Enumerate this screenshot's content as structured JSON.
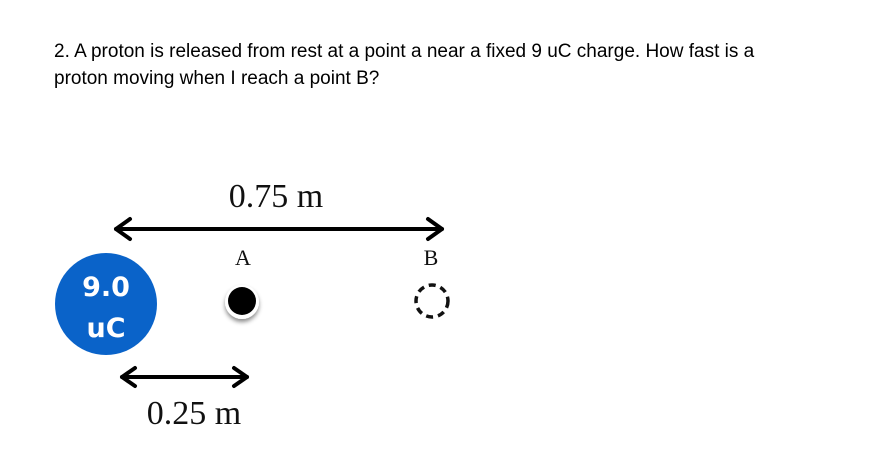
{
  "question": {
    "line1": "2. A proton is released from rest at a point a near a fixed 9 uC charge. How fast is a",
    "line2": "proton moving when I reach a point B?"
  },
  "diagram": {
    "top_distance_label": "0.75 m",
    "bottom_distance_label": "0.25 m",
    "point_a_label": "A",
    "point_b_label": "B",
    "charge": {
      "value_line1": "9.0",
      "value_line2": "uC",
      "color": "#0a63c9"
    }
  }
}
